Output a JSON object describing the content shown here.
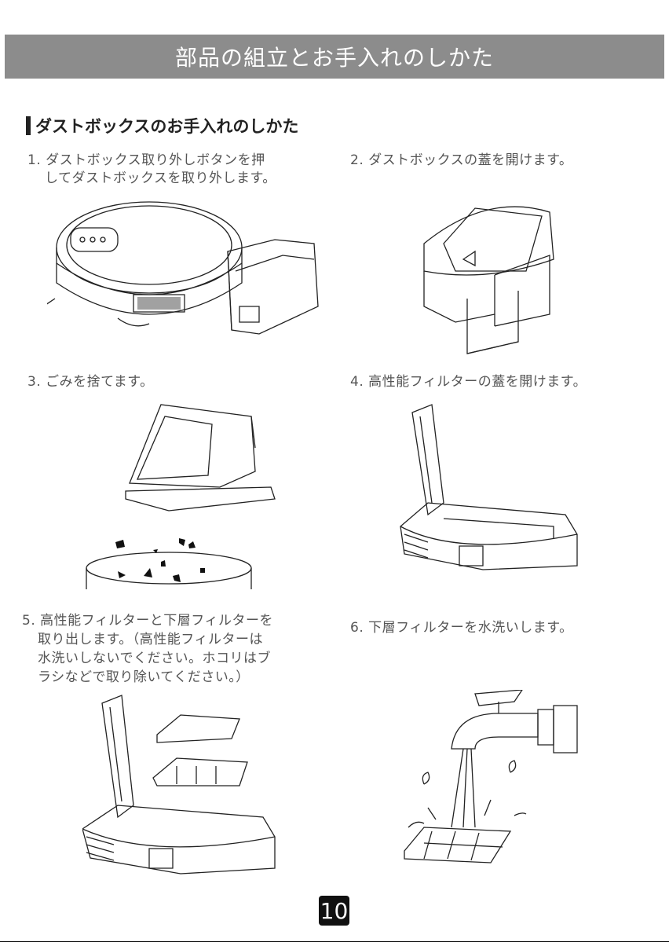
{
  "header": {
    "title": "部品の組立とお手入れのしかた"
  },
  "section": {
    "title": "ダストボックスのお手入れのしかた"
  },
  "steps": [
    {
      "lines": [
        "1. ダストボックス取り外しボタンを押",
        "してダストボックスを取り外します。"
      ]
    },
    {
      "lines": [
        "2. ダストボックスの蓋を開けます。"
      ]
    },
    {
      "lines": [
        "3. ごみを捨てます。"
      ]
    },
    {
      "lines": [
        "4. 高性能フィルターの蓋を開けます。"
      ]
    },
    {
      "lines": [
        "5. 高性能フィルターと下層フィルターを",
        "取り出します。（高性能フィルターは",
        "水洗いしないでください。ホコリはブ",
        "ラシなどで取り除いてください。）"
      ]
    },
    {
      "lines": [
        "6. 下層フィルターを水洗いします。"
      ]
    }
  ],
  "footer": {
    "page_number": "10"
  }
}
